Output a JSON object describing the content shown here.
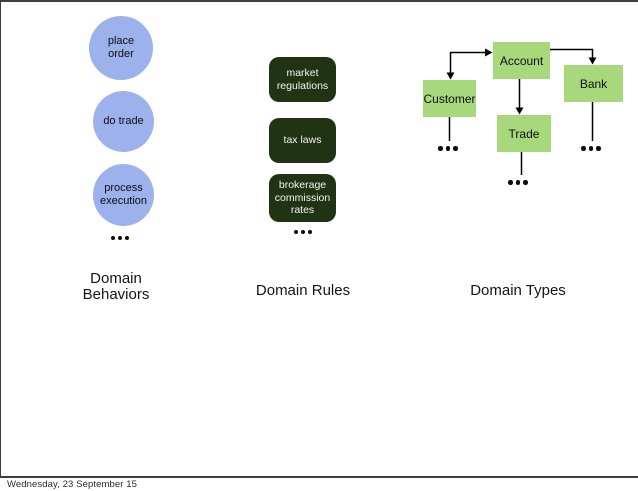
{
  "slide": {
    "behaviors": {
      "label": "Domain Behaviors",
      "label_lines": [
        "Domain",
        "Behaviors"
      ],
      "circles": [
        {
          "label": "place order",
          "lines": [
            "place",
            "order"
          ]
        },
        {
          "label": "do trade",
          "lines": [
            "do trade"
          ]
        },
        {
          "label": "process execution",
          "lines": [
            "process",
            "execution"
          ]
        }
      ],
      "ellipsis": "..."
    },
    "rules": {
      "label": "Domain Rules",
      "boxes": [
        {
          "label": "market regulations",
          "lines": [
            "market",
            "regulations"
          ]
        },
        {
          "label": "tax laws",
          "lines": [
            "tax laws"
          ]
        },
        {
          "label": "brokerage commission rates",
          "lines": [
            "brokerage",
            "commission",
            "rates"
          ]
        }
      ],
      "ellipsis": "..."
    },
    "types": {
      "label": "Domain Types",
      "root": "Account",
      "children": [
        "Customer",
        "Trade",
        "Bank"
      ],
      "ellipsis": "..."
    }
  },
  "footer": {
    "date": "Wednesday, 23 September 15"
  },
  "colors": {
    "circle_fill": "#9db1ec",
    "rule_box_fill": "#203414",
    "type_box_fill": "#a8d87c",
    "frame_border": "#3e3e3e",
    "connector": "#000000"
  }
}
